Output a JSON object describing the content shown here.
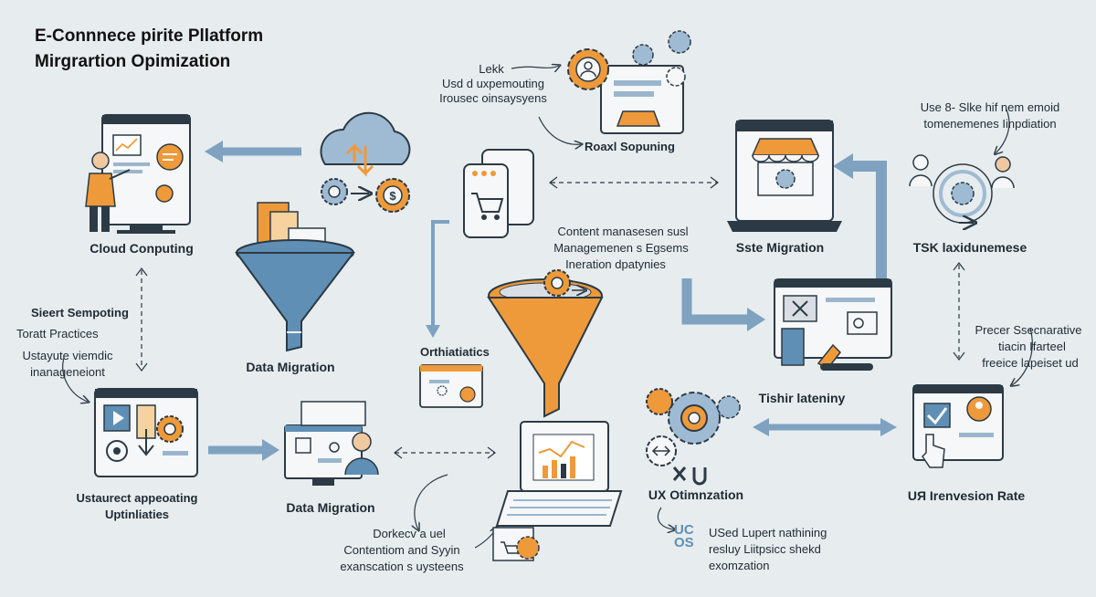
{
  "title": {
    "line1": "E-Connnece pirite Pllatform",
    "line2": "Mirgrartion Opimization"
  },
  "labels": {
    "cloud_computing": "Cloud Conputing",
    "data_migration_1": "Data Migration",
    "data_migration_2": "Data Migration",
    "site_migration": "Sste Migration",
    "tsk": "TSK laxidunemese",
    "tishir": "Tishir lateniny",
    "ux_optimization": "UX Otimnzation",
    "ux_conversion": "UЯ Irenvesion Rate",
    "orthiatics": "Orthiatiatics",
    "roast": "Roaxl Sopuning",
    "lekk": "Lekk",
    "usestack_line1": "Usd d uxpemouting",
    "usestack_line2": "Irousec oinsaysyens",
    "content_line1": "Content manasesen susl",
    "content_line2": "Managemenen s Egsems",
    "content_line3": "Ineration dpatynies",
    "use8_line1": "Use 8- Slke hif nem emoid",
    "use8_line2": "tomenemenes Iinpdiation",
    "sieert": "Sieert Sempoting",
    "toratt": "Toratt Practices",
    "ustayute_line1": "Ustayute viemdic",
    "ustayute_line2": "inanageneiont",
    "ustaurect_line1": "Ustaurect appeoating",
    "ustaurect_line2": "Uptinliaties",
    "dorkecv_line1": "Dorkecv a uel",
    "dorkecv_line2": "Contentiom and Syyin",
    "dorkecv_line3": "exanscation s uysteens",
    "precer_line1": "Precer Ssecnarative",
    "precer_line2": "tiacin Ifarteel",
    "precer_line3": "freeice lapeiset ud",
    "used_line1": "USed Lupert nathining",
    "used_line2": "resluy Liitpsicc shekd",
    "used_line3": "exomzation",
    "ux_vertical": "UCOS"
  },
  "colors": {
    "background": "#e7ecef",
    "blue": "#5f8fb5",
    "orange": "#ee9a3a",
    "dark": "#2c3a45",
    "light": "#f6f7f8",
    "skin": "#f0c9a0"
  },
  "icons": [
    "presenter-screen-icon",
    "cloud-sync-icon",
    "gear-cluster-icon",
    "funnel-icon",
    "mobile-cart-icon",
    "web-profile-icon",
    "storefront-laptop-icon",
    "team-cycle-icon",
    "webpage-tools-icon",
    "ux-gears-icon",
    "checklist-touch-icon",
    "media-browser-icon",
    "desktop-user-icon",
    "laptop-chart-icon",
    "package-icon",
    "orange-funnel-icon"
  ]
}
